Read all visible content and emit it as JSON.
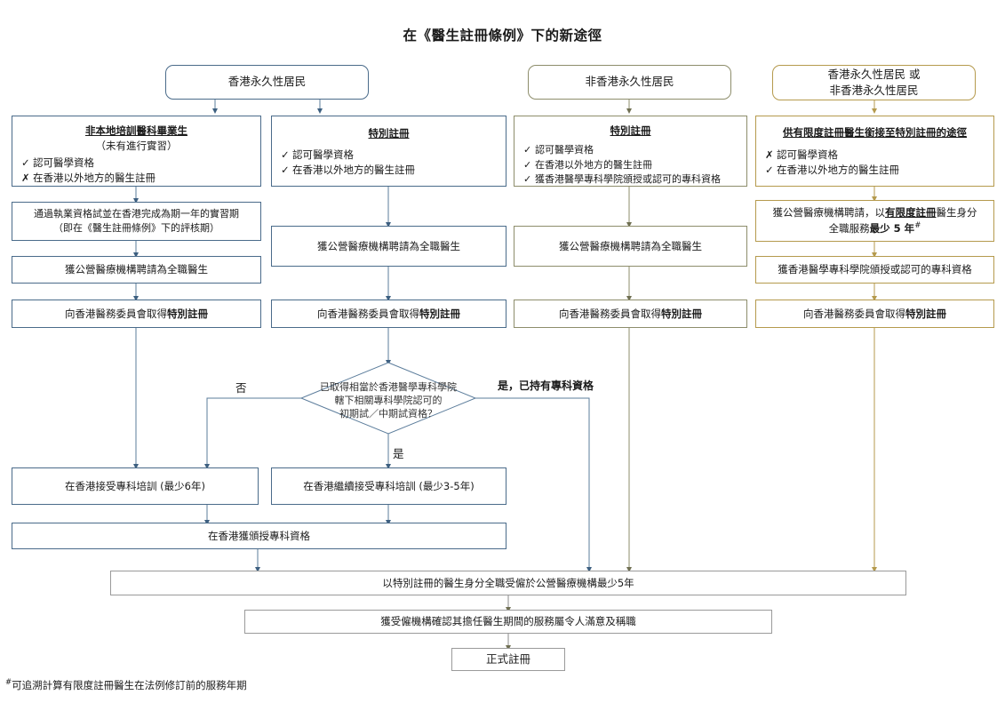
{
  "title": "在《醫生註冊條例》下的新途徑",
  "colors": {
    "blue_border": "#4a6b8a",
    "olive_border": "#8d8d6b",
    "gold_border": "#b59a4d",
    "gray_border": "#9a9a9a",
    "text": "#1a1a1a"
  },
  "headers": [
    {
      "id": "hdr-col1-2",
      "label": "香港永久性居民"
    },
    {
      "id": "hdr-col3",
      "label": "非香港永久性居民"
    },
    {
      "id": "hdr-col4-line1",
      "label": "香港永久性居民 或"
    },
    {
      "id": "hdr-col4-line2",
      "label": "非香港永久性居民"
    }
  ],
  "columns": {
    "col1": {
      "criteria_box": {
        "title": "非本地培訓醫科畢業生",
        "subtitle": "（未有進行實習）",
        "items": [
          {
            "mark": "✓",
            "text": "認可醫學資格"
          },
          {
            "mark": "✗",
            "text": "在香港以外地方的醫生註冊"
          }
        ]
      },
      "steps": [
        {
          "line1": "通過執業資格試並在香港完成為期一年的實習期",
          "line2": "（即在《醫生註冊條例》下的評核期）"
        },
        {
          "line1": "獲公營醫療機構聘請為全職醫生"
        },
        {
          "prefix": "向香港醫務委員會取得",
          "bold": "特別註冊"
        }
      ]
    },
    "col2": {
      "criteria_box": {
        "title": "特別註冊",
        "items": [
          {
            "mark": "✓",
            "text": "認可醫學資格"
          },
          {
            "mark": "✓",
            "text": "在香港以外地方的醫生註冊"
          }
        ]
      },
      "steps": [
        {
          "line1": "獲公營醫療機構聘請為全職醫生"
        },
        {
          "prefix": "向香港醫務委員會取得",
          "bold": "特別註冊"
        }
      ]
    },
    "col3": {
      "criteria_box": {
        "title": "特別註冊",
        "items": [
          {
            "mark": "✓",
            "text": "認可醫學資格"
          },
          {
            "mark": "✓",
            "text": "在香港以外地方的醫生註冊"
          },
          {
            "mark": "✓",
            "text": "獲香港醫學專科學院頒授或認可的專科資格"
          }
        ]
      },
      "steps": [
        {
          "line1": "獲公營醫療機構聘請為全職醫生"
        },
        {
          "prefix": "向香港醫務委員會取得",
          "bold": "特別註冊"
        }
      ]
    },
    "col4": {
      "criteria_box": {
        "title": "供有限度註冊醫生銜接至特別註冊的途徑",
        "items": [
          {
            "mark": "✗",
            "text": "認可醫學資格"
          },
          {
            "mark": "✓",
            "text": "在香港以外地方的醫生註冊"
          }
        ]
      },
      "steps": [
        {
          "seg1": "獲公營醫療機構聘請，以",
          "seg2_bold_underline": "有限度註冊",
          "seg3": "醫生身分",
          "line2_prefix": "全職服務",
          "line2_bold": "最少 5 年",
          "line2_sup": "#"
        },
        {
          "line1": "獲香港醫學專科學院頒授或認可的專科資格"
        },
        {
          "prefix": "向香港醫務委員會取得",
          "bold": "特別註冊"
        }
      ]
    }
  },
  "decision": {
    "line1": "已取得相當於香港醫學專科學院",
    "line2": "轄下相關專科學院認可的",
    "line3": "初期試／中期試資格？",
    "branch_no": "否",
    "branch_yes_bottom": "是",
    "branch_yes_right": "是，已持有專科資格"
  },
  "training": {
    "left": "在香港接受專科培訓 (最少6年)",
    "right": "在香港繼續接受專科培訓 (最少3-5年)",
    "merged": "在香港獲頒授專科資格"
  },
  "bottom": {
    "service": "以特別註冊的醫生身分全職受僱於公營醫療機構最少5年",
    "confirm": "獲受僱機構確認其擔任醫生期間的服務屬令人滿意及稱職",
    "final": "正式註冊"
  },
  "footnote": {
    "marker": "#",
    "text": "可追溯計算有限度註冊醫生在法例修訂前的服務年期"
  }
}
